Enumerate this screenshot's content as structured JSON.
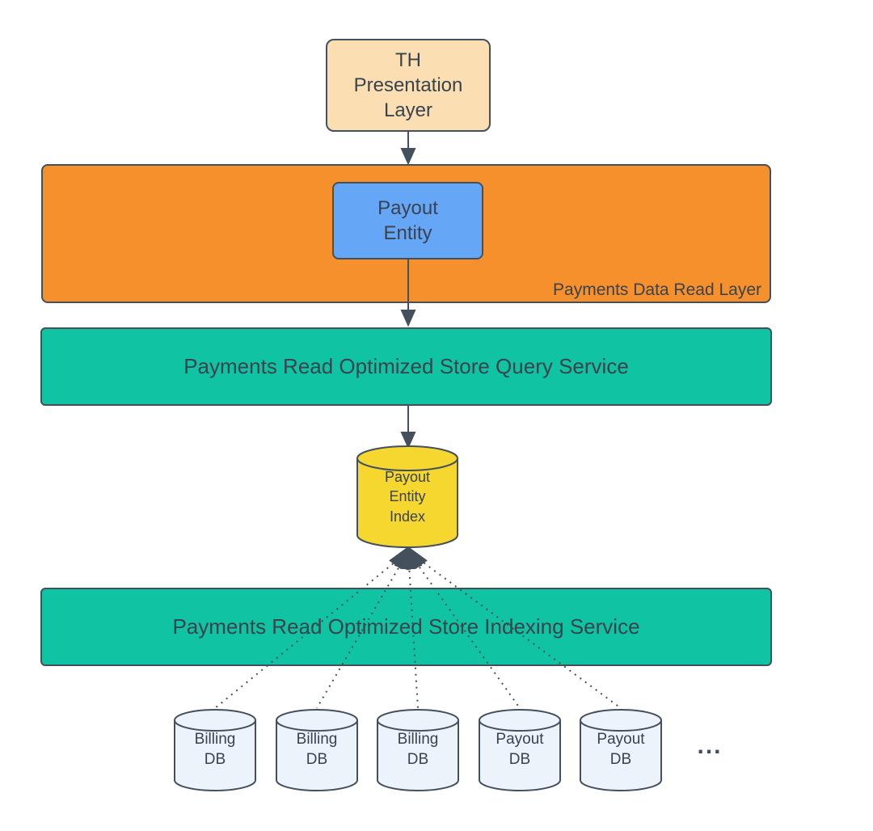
{
  "colors": {
    "peach": "#fbdfb2",
    "orange": "#f5902d",
    "blue": "#66a6f7",
    "teal": "#0fc3a3",
    "yellow": "#f5d72f",
    "db_fill": "#edf3fb",
    "stroke": "#44505c",
    "text": "#39434e"
  },
  "nodes": {
    "presentation_layer": "TH\nPresentation\nLayer",
    "payout_entity": "Payout\nEntity",
    "read_layer_caption": "Payments Data Read Layer",
    "query_service": "Payments Read Optimized Store Query Service",
    "payout_entity_index": "Payout\nEntity\nIndex",
    "indexing_service": "Payments Read Optimized Store Indexing Service",
    "ellipsis": "..."
  },
  "databases": [
    "Billing\nDB",
    "Billing\nDB",
    "Billing\nDB",
    "Payout\nDB",
    "Payout\nDB"
  ]
}
